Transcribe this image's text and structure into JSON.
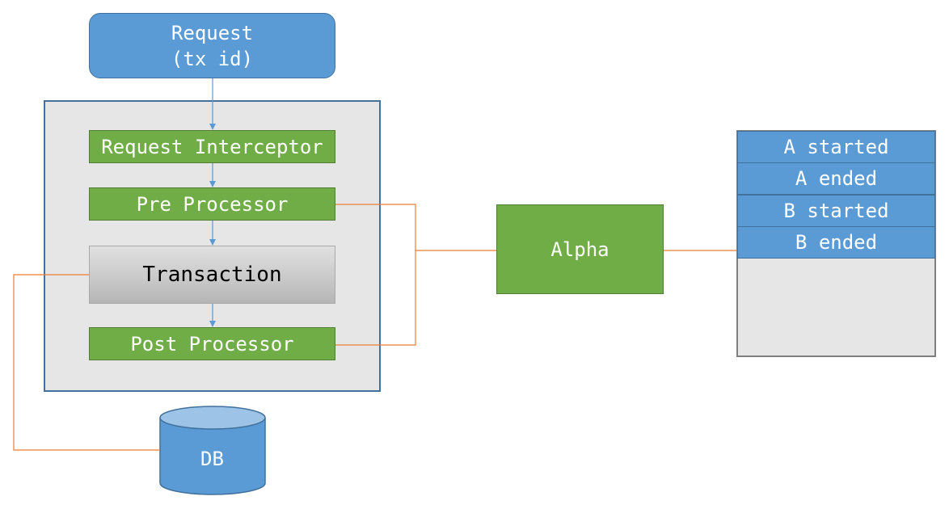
{
  "request": {
    "line1": "Request",
    "line2": "(tx id)"
  },
  "pipeline": {
    "interceptor": "Request Interceptor",
    "pre_processor": "Pre Processor",
    "transaction": "Transaction",
    "post_processor": "Post Processor"
  },
  "database": {
    "label": "DB"
  },
  "alpha": {
    "label": "Alpha"
  },
  "event_log": {
    "entries": [
      "A started",
      "A ended",
      "B started",
      "B ended"
    ]
  },
  "colors": {
    "blue": "#5b9bd5",
    "green": "#70ad47",
    "panel_gray": "#e7e6e6",
    "orange_line": "#ed7d31"
  }
}
